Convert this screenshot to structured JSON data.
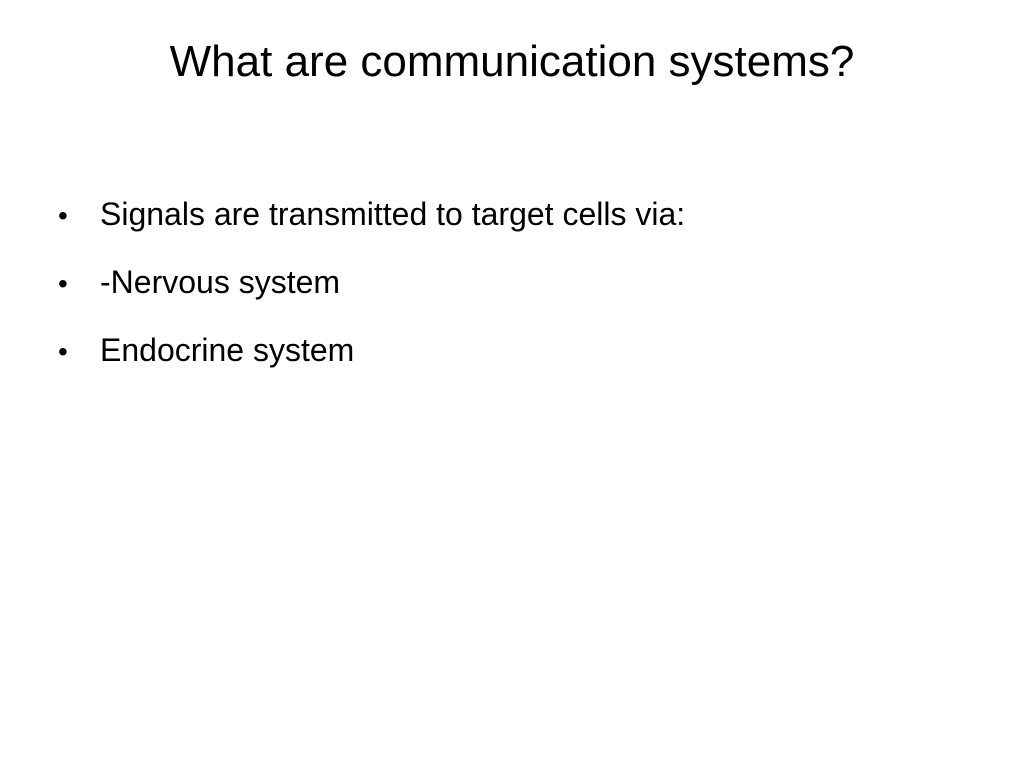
{
  "slide": {
    "title": "What are communication systems?",
    "bullets": [
      {
        "marker": "•",
        "text": "Signals are transmitted to target cells via:"
      },
      {
        "marker": "•",
        "text": "-Nervous system"
      },
      {
        "marker": "•",
        "text": "Endocrine system"
      }
    ]
  }
}
